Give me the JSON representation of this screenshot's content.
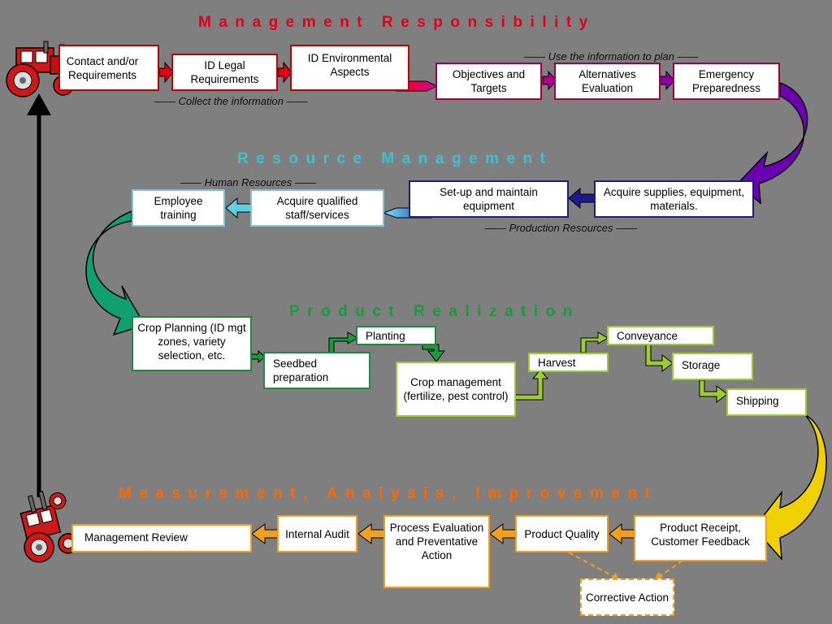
{
  "sections": {
    "management": "Management Responsibility",
    "resource": "Resource Management",
    "product": "Product Realization",
    "measurement": "Measurement, Analysis, Improvement"
  },
  "notes": {
    "collect": "—— Collect the information ——",
    "use": "—— Use the information to plan ——",
    "human": "—— Human Resources ——",
    "production": "—— Production Resources ——"
  },
  "boxes": {
    "contact": "Contact and/or\nRequirements",
    "id_legal": "ID Legal Requirements",
    "id_env": "ID Environmental Aspects",
    "objectives": "Objectives and Targets",
    "alternatives": "Alternatives Evaluation",
    "emergency": "Emergency Preparedness",
    "acquire_supplies": "Acquire supplies, equipment, materials.",
    "setup": "Set-up and maintain equipment",
    "acquire_staff": "Acquire qualified staff/services",
    "training": "Employee training",
    "crop_planning": "Crop Planning (ID mgt zones, variety selection, etc.",
    "seedbed": "Seedbed preparation",
    "planting": "Planting",
    "crop_mgmt": "Crop management (fertilize, pest control)",
    "harvest": "Harvest",
    "conveyance": "Conveyance",
    "storage": "Storage",
    "shipping": "Shipping",
    "receipt": "Product Receipt, Customer Feedback",
    "quality": "Product Quality",
    "process_eval": "Process Evaluation and Preventative Action",
    "internal_audit": "Internal Audit",
    "mgmt_review": "Management Review",
    "corrective": "Corrective Action"
  },
  "colors": {
    "background": "#7f7f7f",
    "management": "#e0001a",
    "resource": "#40c0d0",
    "product": "#1a9a3a",
    "measurement": "#ff6a00"
  }
}
